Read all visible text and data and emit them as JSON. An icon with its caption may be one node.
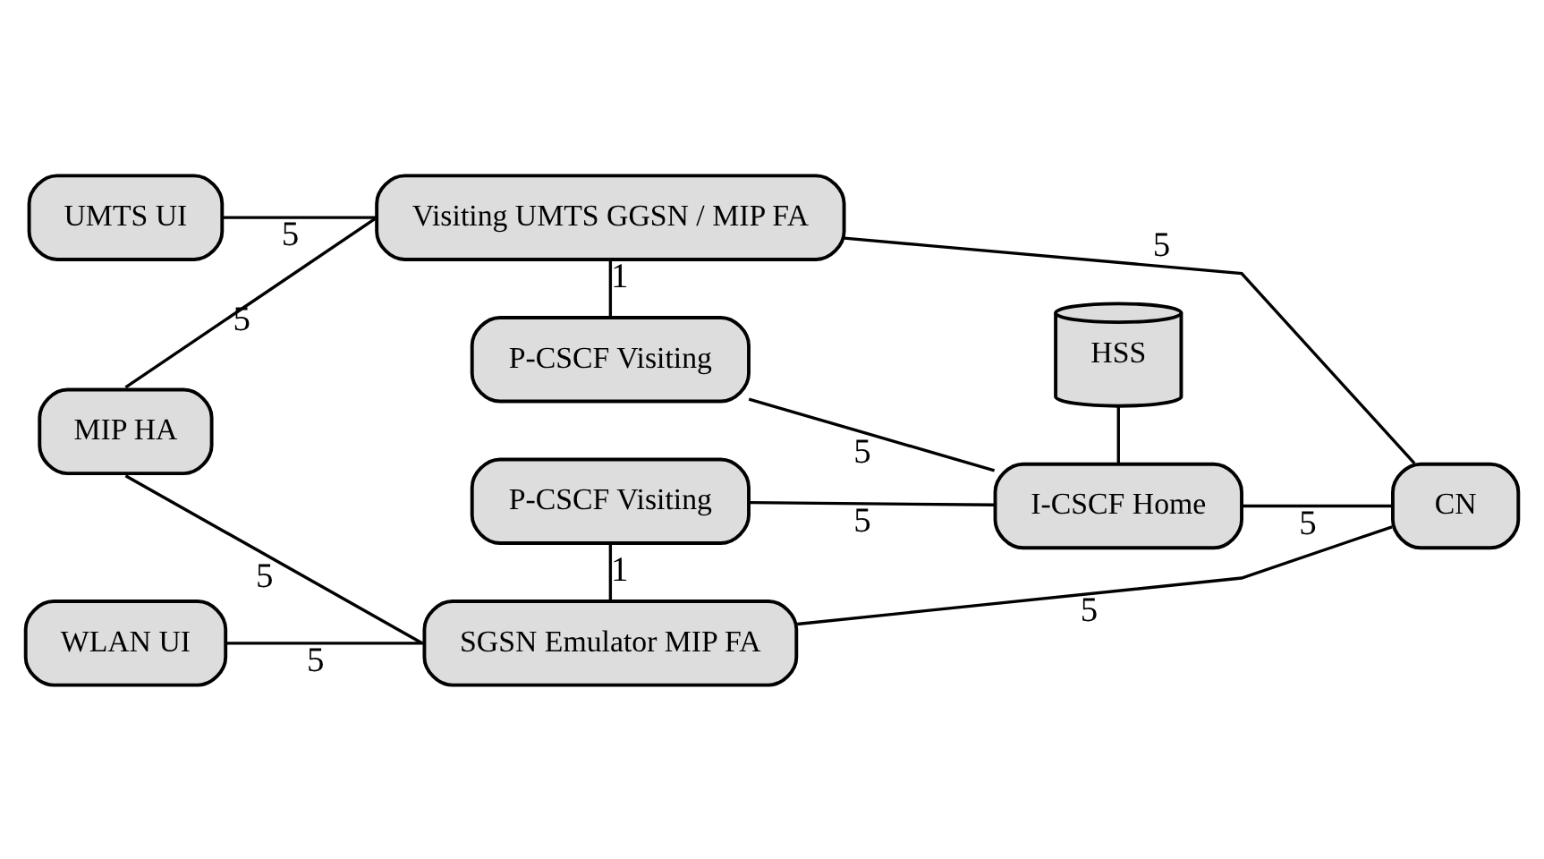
{
  "diagram": {
    "nodes": [
      {
        "text": [
          "Visiting UMTS GGSN / MIP FA"
        ]
      },
      {
        "text": [
          "HSS"
        ]
      },
      {
        "text": [
          "UMTS UI"
        ]
      },
      {
        "text": [
          "WLAN UI"
        ]
      },
      {
        "text": [
          "MIP HA"
        ]
      },
      {
        "text": [
          "P-CSCF Visiting"
        ]
      },
      {
        "text": [
          "I-CSCF Home"
        ]
      },
      {
        "text": [
          "CN"
        ]
      },
      {
        "text": [
          "P-CSCF Visiting"
        ]
      },
      {
        "text": [
          "SGSN Emulator MIP FA"
        ]
      }
    ],
    "edges": [
      {
        "from": 2,
        "to": 0,
        "arrow": "none",
        "label": "5"
      },
      {
        "from": 4,
        "to": 0,
        "arrow": "none",
        "label": "5"
      },
      {
        "from": 0,
        "to": 5,
        "arrow": "none",
        "label": "1"
      },
      {
        "from": 0,
        "to": 7,
        "arrow": "none",
        "label": "5"
      },
      {
        "from": 5,
        "to": 6,
        "arrow": "none",
        "label": "5"
      },
      {
        "from": 1,
        "to": 6,
        "arrow": "none"
      },
      {
        "from": 6,
        "to": 7,
        "arrow": "none",
        "label": "5"
      },
      {
        "from": 8,
        "to": 6,
        "arrow": "none",
        "label": "5"
      },
      {
        "from": 8,
        "to": 9,
        "arrow": "none",
        "label": "1"
      },
      {
        "from": 4,
        "to": 9,
        "arrow": "none",
        "label": "5"
      },
      {
        "from": 3,
        "to": 9,
        "arrow": "none",
        "label": "5"
      },
      {
        "from": 9,
        "to": 7,
        "arrow": "none",
        "label": "5"
      }
    ]
  }
}
